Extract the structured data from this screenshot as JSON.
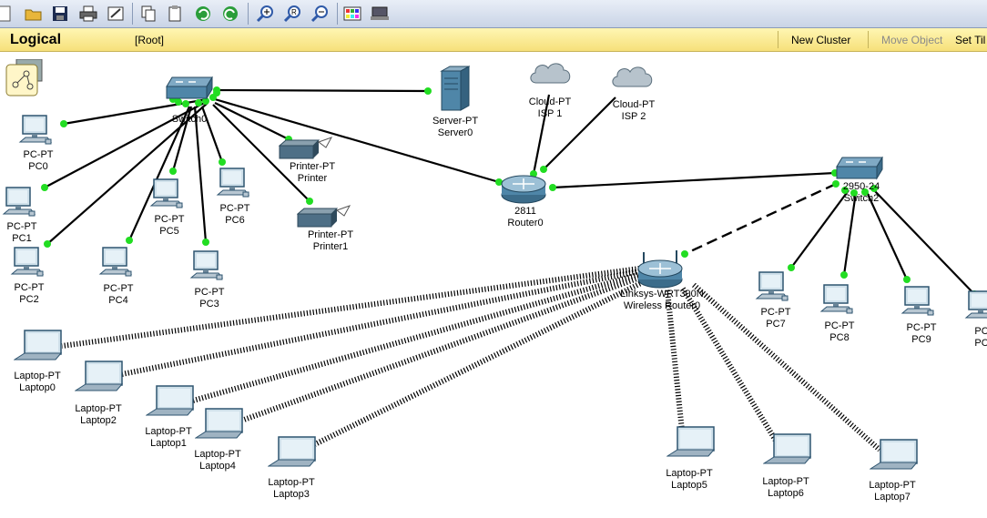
{
  "toolbar": {
    "buttons": [
      "new-file-icon",
      "open-folder-icon",
      "save-icon",
      "print-icon",
      "activity-wizard-icon",
      "copy-icon",
      "paste-icon",
      "undo-icon",
      "redo-icon",
      "zoom-in-icon",
      "zoom-reset-icon",
      "zoom-out-icon",
      "palette-icon",
      "custom-device-icon"
    ]
  },
  "workspace_bar": {
    "mode": "Logical",
    "path": "[Root]",
    "new_cluster": "New Cluster",
    "move_object": "Move Object",
    "set_tiled": "Set Til"
  },
  "devices": {
    "switch0": {
      "model": "",
      "name": "Switch0"
    },
    "server0": {
      "model": "Server-PT",
      "name": "Server0"
    },
    "isp1": {
      "model": "Cloud-PT",
      "name": "ISP 1"
    },
    "isp2": {
      "model": "Cloud-PT",
      "name": "ISP 2"
    },
    "router0": {
      "model": "2811",
      "name": "Router0"
    },
    "switch2": {
      "model": "2950-24",
      "name": "Switch2"
    },
    "wireless_router": {
      "model": "Linksys-WRT300N",
      "name": "Wireless Router0"
    },
    "printer": {
      "model": "Printer-PT",
      "name": "Printer"
    },
    "printer1": {
      "model": "Printer-PT",
      "name": "Printer1"
    },
    "pc0": {
      "model": "PC-PT",
      "name": "PC0"
    },
    "pc1": {
      "model": "PC-PT",
      "name": "PC1"
    },
    "pc2": {
      "model": "PC-PT",
      "name": "PC2"
    },
    "pc3": {
      "model": "PC-PT",
      "name": "PC3"
    },
    "pc4": {
      "model": "PC-PT",
      "name": "PC4"
    },
    "pc5": {
      "model": "PC-PT",
      "name": "PC5"
    },
    "pc6": {
      "model": "PC-PT",
      "name": "PC6"
    },
    "pc7": {
      "model": "PC-PT",
      "name": "PC7"
    },
    "pc8": {
      "model": "PC-PT",
      "name": "PC8"
    },
    "pc9": {
      "model": "PC-PT",
      "name": "PC9"
    },
    "pc10": {
      "model": "PC",
      "name": "PC"
    },
    "laptop0": {
      "model": "Laptop-PT",
      "name": "Laptop0"
    },
    "laptop1": {
      "model": "Laptop-PT",
      "name": "Laptop1"
    },
    "laptop2": {
      "model": "Laptop-PT",
      "name": "Laptop2"
    },
    "laptop3": {
      "model": "Laptop-PT",
      "name": "Laptop3"
    },
    "laptop4": {
      "model": "Laptop-PT",
      "name": "Laptop4"
    },
    "laptop5": {
      "model": "Laptop-PT",
      "name": "Laptop5"
    },
    "laptop6": {
      "model": "Laptop-PT",
      "name": "Laptop6"
    },
    "laptop7": {
      "model": "Laptop-PT",
      "name": "Laptop7"
    }
  },
  "colors": {
    "link_up": "#22dd22",
    "cable": "#000000",
    "device_blue": "#4f86a8"
  }
}
